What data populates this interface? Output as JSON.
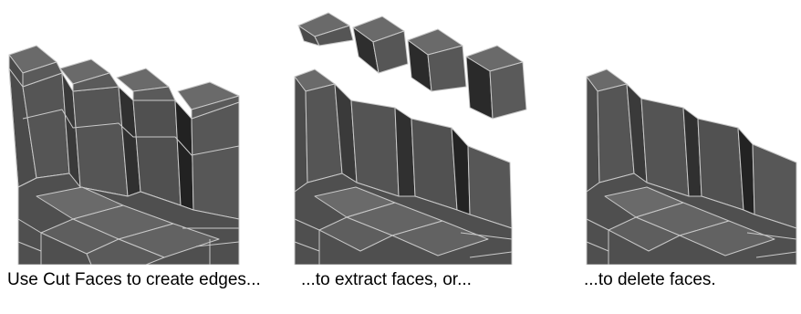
{
  "captions": {
    "cut": "Use Cut Faces to create edges...",
    "extract": "...to extract faces, or...",
    "delete": "...to delete faces."
  },
  "colors": {
    "top_face": "#686868",
    "side_face": "#4e4e4e",
    "shadow_face": "#262626",
    "edge": "#c9c9c9",
    "background": "#ffffff"
  }
}
